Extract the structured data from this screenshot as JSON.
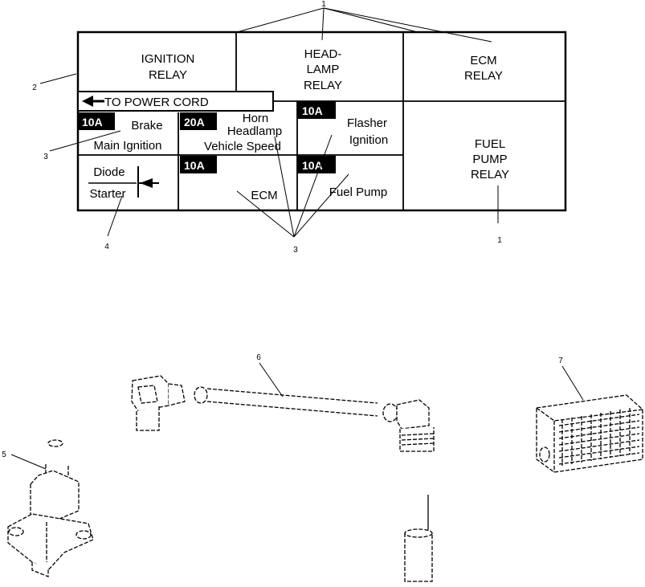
{
  "callouts": {
    "top_relays": "1",
    "fuel_pump_relay": "1",
    "fuse_box": "2",
    "fuse_left": "3",
    "fuses_bottom": "3",
    "diode": "4",
    "part_5": "5",
    "part_6": "6",
    "part_7": "7"
  },
  "relays": {
    "ignition": [
      "IGNITION",
      "RELAY"
    ],
    "headlamp": [
      "HEAD-",
      "LAMP",
      "RELAY"
    ],
    "ecm": [
      "ECM",
      "RELAY"
    ],
    "fuel_pump": [
      "FUEL",
      "PUMP",
      "RELAY"
    ]
  },
  "power_cord_label": "TO POWER CORD",
  "fuses": {
    "brake": {
      "rating": "10A",
      "lines": [
        "Brake",
        "Main Ignition"
      ]
    },
    "horn": {
      "rating": "20A",
      "lines": [
        "Horn",
        "Headlamp",
        "Vehicle Speed"
      ]
    },
    "flasher": {
      "rating": "10A",
      "lines": [
        "Flasher",
        "Ignition"
      ]
    },
    "ecm": {
      "rating": "10A",
      "lines": [
        "ECM"
      ]
    },
    "fuel_pump": {
      "rating": "10A",
      "lines": [
        "Fuel Pump"
      ]
    }
  },
  "diode": {
    "lines": [
      "Diode",
      "Starter"
    ]
  }
}
